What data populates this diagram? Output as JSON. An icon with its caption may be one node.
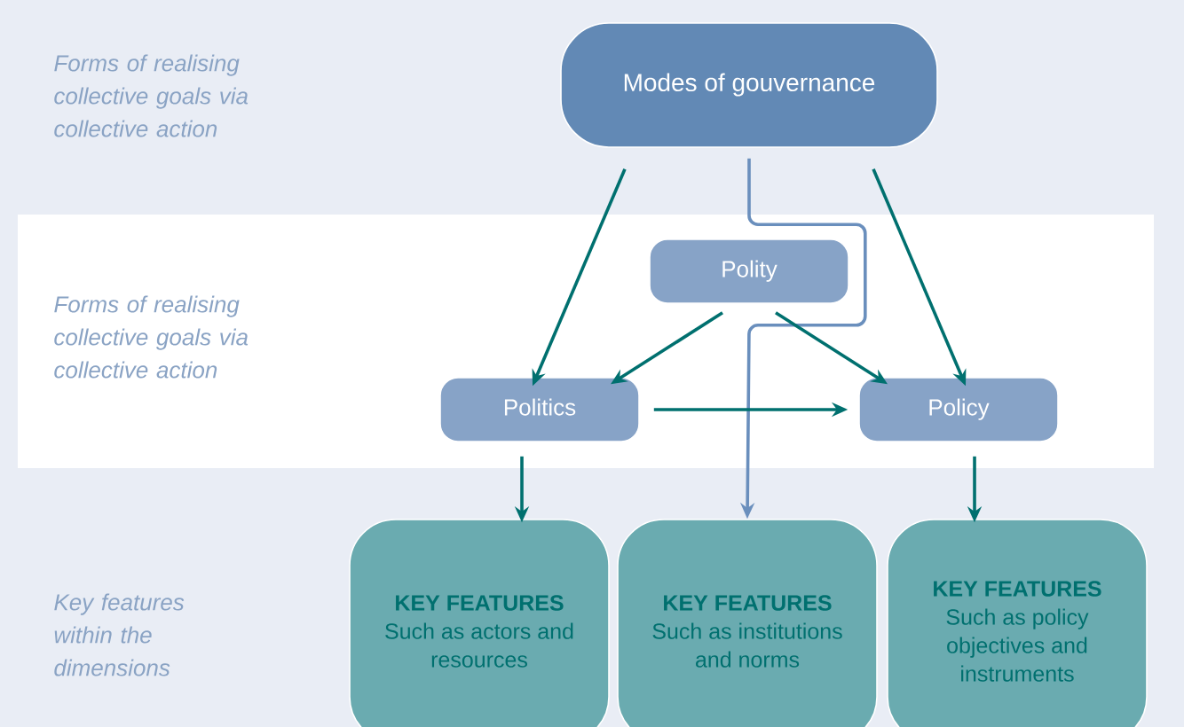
{
  "diagram": {
    "nodes": [
      {
        "text": [
          "Modes of gouvernance"
        ]
      },
      {
        "text": [
          "Polity"
        ]
      },
      {
        "text": [
          "Politics"
        ]
      },
      {
        "text": [
          "Policy"
        ]
      },
      {
        "text": [
          "KEY FEATURES",
          "Such as actors and resources"
        ]
      },
      {
        "text": [
          "KEY FEATURES",
          "Such as institutions and norms"
        ]
      },
      {
        "text": [
          "KEY FEATURES",
          "Such as policy objectives and instruments"
        ]
      }
    ],
    "edges": [
      {
        "from": 0,
        "to": 2,
        "arrow": "to"
      },
      {
        "from": 0,
        "to": 3,
        "arrow": "to"
      },
      {
        "from": 0,
        "to": 5,
        "arrow": "to",
        "color": "#6a8fbd"
      },
      {
        "from": 1,
        "to": 2,
        "arrow": "to"
      },
      {
        "from": 1,
        "to": 3,
        "arrow": "to"
      },
      {
        "from": 2,
        "to": 3,
        "arrow": "to"
      },
      {
        "from": 2,
        "to": 4,
        "arrow": "to"
      },
      {
        "from": 3,
        "to": 6,
        "arrow": "to"
      }
    ],
    "labels": [
      "Forms of realising collective goals via collective action",
      "Forms of realising collective goals via collective action",
      "Key features within the dimensions"
    ]
  }
}
